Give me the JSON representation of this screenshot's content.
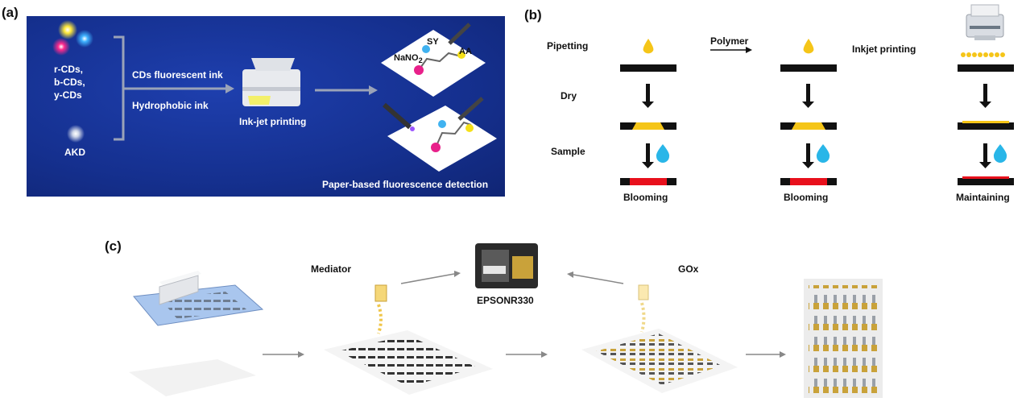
{
  "panel_a": {
    "label": "(a)",
    "cds_label_1": "r-CDs,",
    "cds_label_2": "b-CDs,",
    "cds_label_3": "y-CDs",
    "akd_label": "AKD",
    "ink_1": "CDs fluorescent ink",
    "ink_2": "Hydrophobic ink",
    "printer_caption": "Ink-jet printing",
    "analyte_sy": "SY",
    "analyte_aa": "AA",
    "analyte_nano2": "NaNO",
    "analyte_nano2_sub": "2",
    "caption": "Paper-based fluorescence detection"
  },
  "panel_b": {
    "label": "(b)",
    "row_pipetting": "Pipetting",
    "row_dry": "Dry",
    "row_sample": "Sample",
    "arrow_polymer": "Polymer",
    "inkjet": "Inkjet printing",
    "result_1": "Blooming",
    "result_2": "Blooming",
    "result_3": "Maintaining"
  },
  "panel_c": {
    "label": "(c)",
    "mediator": "Mediator",
    "gox": "GOx",
    "printer_model": "EPSONR330"
  },
  "colors": {
    "panel_bg": "#15308f",
    "yellow": "#f5c518",
    "red": "#e8101c",
    "blue_drop": "#29b6e8",
    "gold": "#c9a23a"
  }
}
